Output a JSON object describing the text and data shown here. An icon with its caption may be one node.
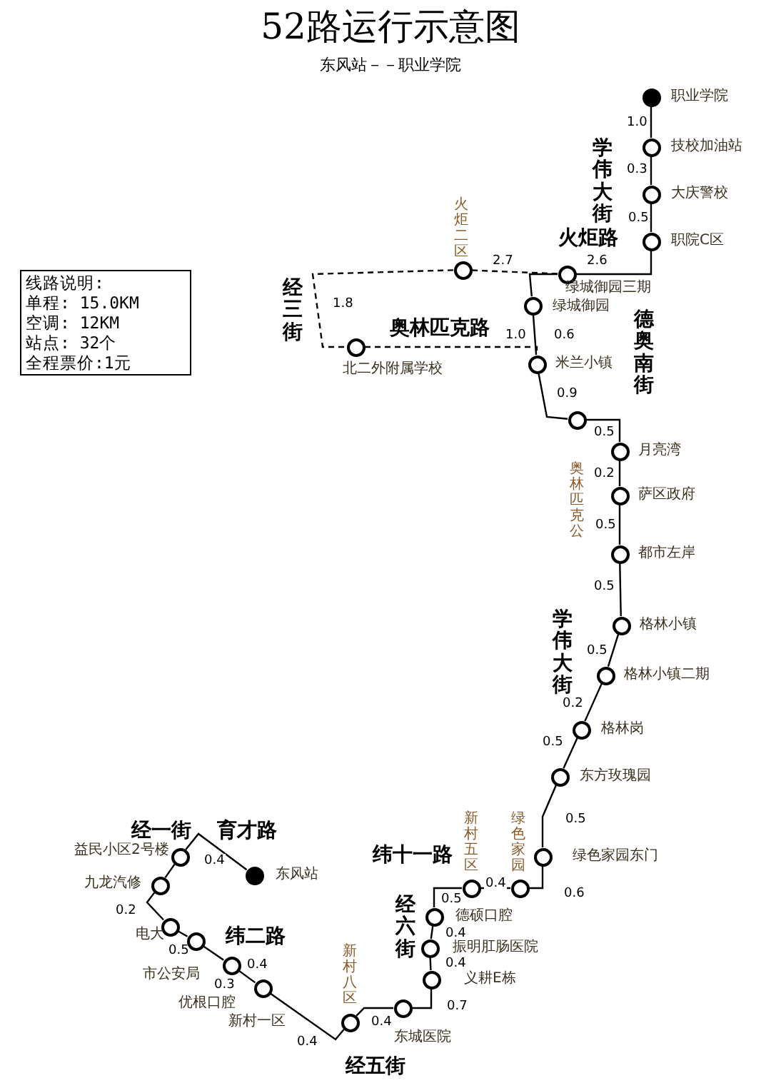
{
  "diagram": {
    "title": "52路运行示意图",
    "nodes": [
      {
        "text": [
          "职业学院"
        ]
      },
      {
        "text": [
          "技校加油站"
        ]
      },
      {
        "text": [
          "大庆警校"
        ]
      },
      {
        "text": [
          "职院C区"
        ]
      },
      {
        "text": [
          "绿城御园三期"
        ]
      },
      {
        "text": [
          "火炬二区"
        ]
      },
      {
        "text": [
          "北二外附属学校"
        ]
      },
      {
        "text": [
          "绿城御园"
        ]
      },
      {
        "text": [
          "米兰小镇"
        ]
      },
      {
        "text": [
          "奥林匹克公"
        ]
      },
      {
        "text": [
          "月亮湾"
        ]
      },
      {
        "text": [
          "萨区政府"
        ]
      },
      {
        "text": [
          "都市左岸"
        ]
      },
      {
        "text": [
          "格林小镇"
        ]
      },
      {
        "text": [
          "格林小镇二期"
        ]
      },
      {
        "text": [
          "格林岗"
        ]
      },
      {
        "text": [
          "东方玫瑰园"
        ]
      },
      {
        "text": [
          "绿色家园东门"
        ]
      },
      {
        "text": [
          "绿色家园"
        ]
      },
      {
        "text": [
          "新村五区"
        ]
      },
      {
        "text": [
          "德硕口腔"
        ]
      },
      {
        "text": [
          "振明肛肠医院"
        ]
      },
      {
        "text": [
          "义耕E栋"
        ]
      },
      {
        "text": [
          "东城医院"
        ]
      },
      {
        "text": [
          "新村八区"
        ]
      },
      {
        "text": [
          "新村一区"
        ]
      },
      {
        "text": [
          "优根口腔"
        ]
      },
      {
        "text": [
          "市公安局"
        ]
      },
      {
        "text": [
          "电大"
        ]
      },
      {
        "text": [
          "九龙汽修"
        ]
      },
      {
        "text": [
          "益民小区2号楼"
        ]
      },
      {
        "text": [
          "东风站"
        ]
      }
    ],
    "edges": [
      {
        "from": 0,
        "to": 1,
        "arrow": "none",
        "label": "1.0"
      },
      {
        "from": 1,
        "to": 2,
        "arrow": "none",
        "label": "0.3"
      },
      {
        "from": 2,
        "to": 3,
        "arrow": "none",
        "label": "0.5"
      },
      {
        "from": 3,
        "to": 4,
        "arrow": "none",
        "label": "2.6"
      },
      {
        "from": 4,
        "to": 7,
        "arrow": "none"
      },
      {
        "from": 7,
        "to": 8,
        "arrow": "none",
        "label": "0.6"
      },
      {
        "from": 4,
        "to": 5,
        "arrow": "none",
        "label": "2.7",
        "style": "dashed"
      },
      {
        "from": 5,
        "to": 6,
        "arrow": "none",
        "label": "1.8",
        "style": "dashed"
      },
      {
        "from": 6,
        "to": 8,
        "arrow": "none",
        "label": "1.0",
        "style": "dashed"
      },
      {
        "from": 8,
        "to": 9,
        "arrow": "none",
        "label": "0.9"
      },
      {
        "from": 9,
        "to": 10,
        "arrow": "none",
        "label": "0.5"
      },
      {
        "from": 10,
        "to": 11,
        "arrow": "none",
        "label": "0.2"
      },
      {
        "from": 11,
        "to": 12,
        "arrow": "none",
        "label": "0.5"
      },
      {
        "from": 12,
        "to": 13,
        "arrow": "none",
        "label": "0.5"
      },
      {
        "from": 13,
        "to": 14,
        "arrow": "none",
        "label": "0.5"
      },
      {
        "from": 14,
        "to": 15,
        "arrow": "none",
        "label": "0.2"
      },
      {
        "from": 15,
        "to": 16,
        "arrow": "none",
        "label": "0.5"
      },
      {
        "from": 16,
        "to": 17,
        "arrow": "none",
        "label": "0.5"
      },
      {
        "from": 17,
        "to": 18,
        "arrow": "none",
        "label": "0.6"
      },
      {
        "from": 18,
        "to": 19,
        "arrow": "none",
        "label": "0.4"
      },
      {
        "from": 19,
        "to": 20,
        "arrow": "none",
        "label": "0.5"
      },
      {
        "from": 20,
        "to": 21,
        "arrow": "none",
        "label": "0.4"
      },
      {
        "from": 21,
        "to": 22,
        "arrow": "none",
        "label": "0.4"
      },
      {
        "from": 22,
        "to": 23,
        "arrow": "none",
        "label": "0.7"
      },
      {
        "from": 23,
        "to": 24,
        "arrow": "none",
        "label": "0.4"
      },
      {
        "from": 24,
        "to": 25,
        "arrow": "none",
        "label": "0.4"
      },
      {
        "from": 25,
        "to": 26,
        "arrow": "none",
        "label": "0.4"
      },
      {
        "from": 26,
        "to": 27,
        "arrow": "none",
        "label": "0.3"
      },
      {
        "from": 27,
        "to": 28,
        "arrow": "none",
        "label": "0.5"
      },
      {
        "from": 28,
        "to": 29,
        "arrow": "none",
        "label": "0.2"
      },
      {
        "from": 29,
        "to": 30,
        "arrow": "none"
      },
      {
        "from": 30,
        "to": 31,
        "arrow": "none",
        "label": "0.4"
      }
    ],
    "labels": [
      "东风站－－职业学院",
      "线路说明:",
      "单程: 15.0KM",
      "空调: 12KM",
      "站点: 32个",
      "全程票价:1元",
      "学伟大街",
      "火炬路",
      "经三街",
      "奥林匹克路",
      "德奥南街",
      "学伟大街",
      "纬十一路",
      "经六街",
      "经五街",
      "经一街",
      "育才路",
      "纬二路"
    ]
  }
}
